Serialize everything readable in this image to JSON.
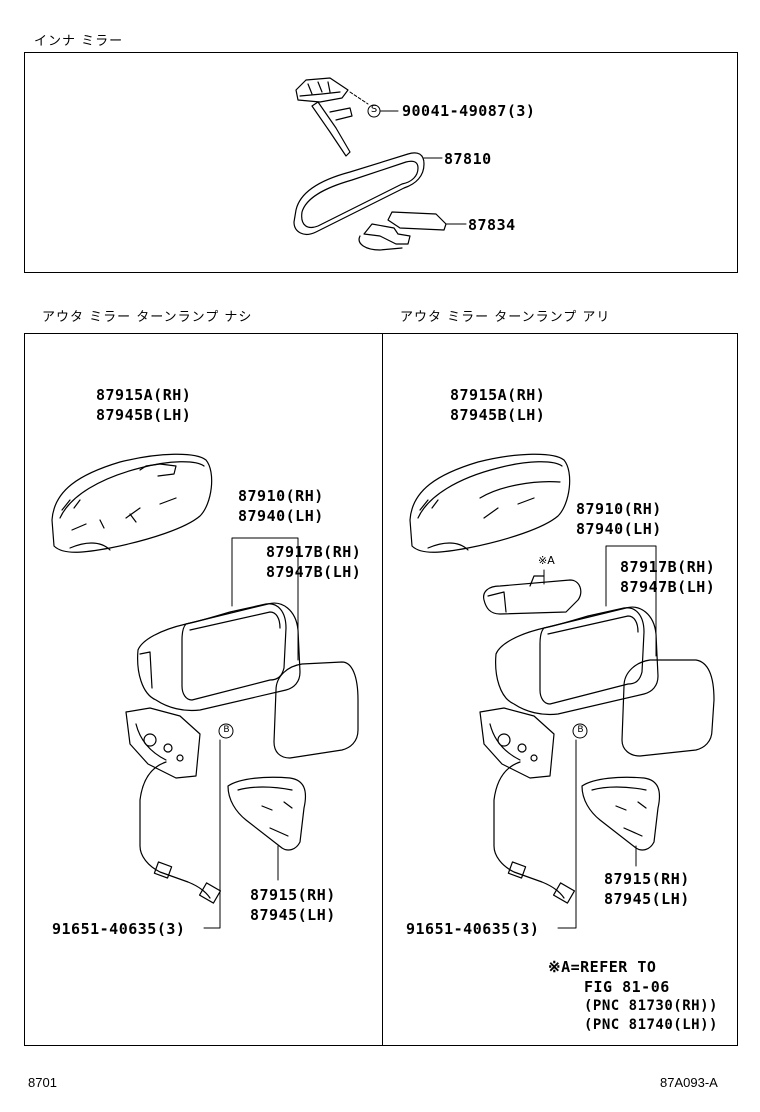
{
  "inner_mirror": {
    "title": "インナ ミラー",
    "parts": {
      "screw": "90041-49087(3)",
      "screw_symbol": "S",
      "mirror": "87810",
      "cover": "87834"
    }
  },
  "outer_left": {
    "title": "アウタ ミラー ターンランプ ナシ",
    "cover_rh": "87915A(RH)",
    "cover_lh": "87945B(LH)",
    "body_rh": "87910(RH)",
    "body_lh": "87940(LH)",
    "glass_rh": "87917B(RH)",
    "glass_lh": "87947B(LH)",
    "lower_rh": "87915(RH)",
    "lower_lh": "87945(LH)",
    "harness": "91651-40635(3)",
    "ref_b": "B"
  },
  "outer_right": {
    "title": "アウタ ミラー ターンランプ アリ",
    "cover_rh": "87915A(RH)",
    "cover_lh": "87945B(LH)",
    "body_rh": "87910(RH)",
    "body_lh": "87940(LH)",
    "glass_rh": "87917B(RH)",
    "glass_lh": "87947B(LH)",
    "lower_rh": "87915(RH)",
    "lower_lh": "87945(LH)",
    "harness": "91651-40635(3)",
    "ref_b": "B",
    "ref_a": "※A",
    "note_line1": "※A=REFER TO",
    "note_line2": "FIG 81-06",
    "note_line3": "(PNC 81730(RH))",
    "note_line4": "(PNC 81740(LH))"
  },
  "footer": {
    "left_code": "8701",
    "right_code": "87A093-A"
  }
}
